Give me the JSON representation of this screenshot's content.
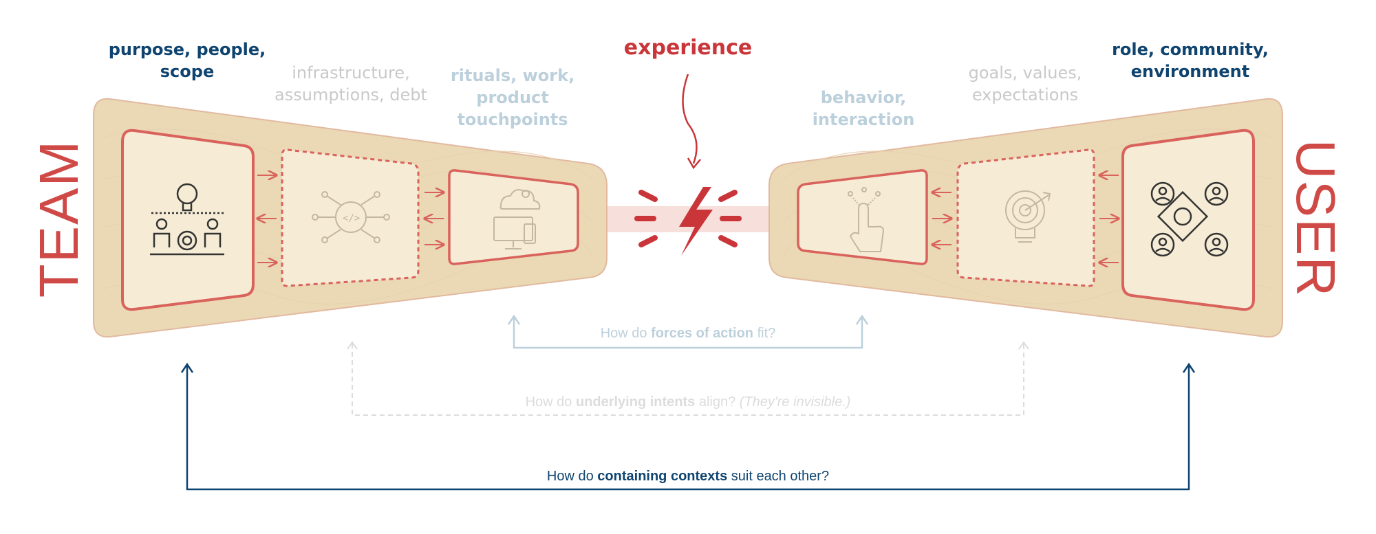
{
  "labels": {
    "team_context": [
      "purpose, people,",
      "scope"
    ],
    "team_infra": [
      "infrastructure,",
      "assumptions, debt"
    ],
    "team_rituals": [
      "rituals, work,",
      "product",
      "touchpoints"
    ],
    "experience": "experience",
    "user_behavior": [
      "behavior,",
      "interaction"
    ],
    "user_goals": [
      "goals, values,",
      "expectations"
    ],
    "user_context": [
      "role, community,",
      "environment"
    ]
  },
  "sides": {
    "team": "TEAM",
    "user": "USER"
  },
  "questions": {
    "forces": {
      "pre": "How do ",
      "bold": "forces of action",
      "post": " fit?"
    },
    "intents": {
      "pre": "How do ",
      "bold": "underlying intents",
      "post": " align? ",
      "italic": "(They're invisible.)"
    },
    "contexts": {
      "pre": "How do ",
      "bold": "containing contexts",
      "post": " suit each other?"
    }
  },
  "icons": {
    "team_outer": "team-collaboration-icon",
    "team_middle": "brain-code-icon",
    "team_inner": "cloud-devices-icon",
    "user_inner": "touch-gesture-icon",
    "user_middle": "goal-lightbulb-icon",
    "user_outer": "user-network-icon",
    "spark": "lightning-spark-icon"
  },
  "colors": {
    "navy": "#0f4470",
    "red": "#c93538",
    "salmon": "#d9625d",
    "beige": "#ead9b4",
    "panel": "#f6ecd6",
    "grey": "#c9c9c9",
    "light_blue": "#bcd0dc"
  }
}
